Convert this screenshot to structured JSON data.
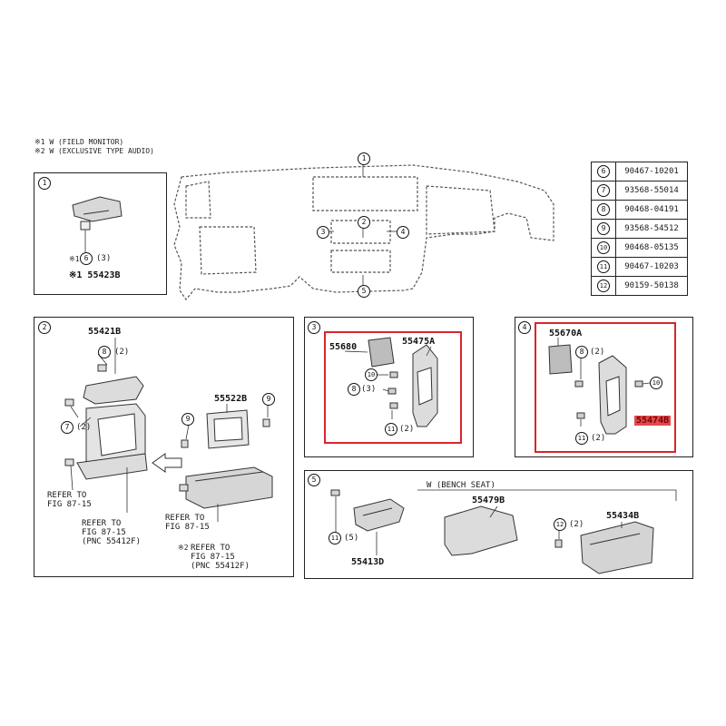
{
  "notes": {
    "note1": "※1 W (FIELD MONITOR)",
    "note2": "※2 W (EXCLUSIVE TYPE AUDIO)"
  },
  "legend": [
    {
      "num": "6",
      "part": "90467-10201"
    },
    {
      "num": "7",
      "part": "93568-55014"
    },
    {
      "num": "8",
      "part": "90468-04191"
    },
    {
      "num": "9",
      "part": "93568-54512"
    },
    {
      "num": "10",
      "part": "90468-05135"
    },
    {
      "num": "11",
      "part": "90467-10203"
    },
    {
      "num": "12",
      "part": "90159-50138"
    }
  ],
  "overview": {
    "c1": "1",
    "c2": "2",
    "c3": "3",
    "c4": "4",
    "c5": "5"
  },
  "panel1": {
    "num": "1",
    "qty6": "(3)",
    "mark6": "※1",
    "c6": "6",
    "part": "※1 55423B"
  },
  "panel2": {
    "num": "2",
    "part_a": "55421B",
    "c8": "8",
    "q8": "(2)",
    "c7": "7",
    "q7": "(2)",
    "part_b": "55522B",
    "c9a": "9",
    "c9b": "9",
    "ref1": "REFER TO",
    "ref1b": "FIG 87-15",
    "ref2": "REFER TO",
    "ref2b": "FIG 87-15",
    "ref2c": "(PNC 55412F)",
    "ref3": "REFER TO",
    "ref3b": "FIG 87-15",
    "ref3c": "(PNC 55412F)",
    "ref3mark": "※2"
  },
  "panel3": {
    "num": "3",
    "part_a": "55680",
    "part_b": "55475A",
    "c10": "10",
    "c8": "8",
    "q8": "(3)",
    "c11": "11",
    "q11": "(2)"
  },
  "panel4": {
    "num": "4",
    "part_a": "55670A",
    "c8": "8",
    "q8": "(2)",
    "c10": "10",
    "part_b": "55474B",
    "c11": "11",
    "q11": "(2)"
  },
  "panel5": {
    "num": "5",
    "c11": "11",
    "q11": "(5)",
    "part_a": "55413D",
    "bench": "W (BENCH SEAT)",
    "part_b": "55479B",
    "c12": "12",
    "q12": "(2)",
    "part_c": "55434B"
  }
}
